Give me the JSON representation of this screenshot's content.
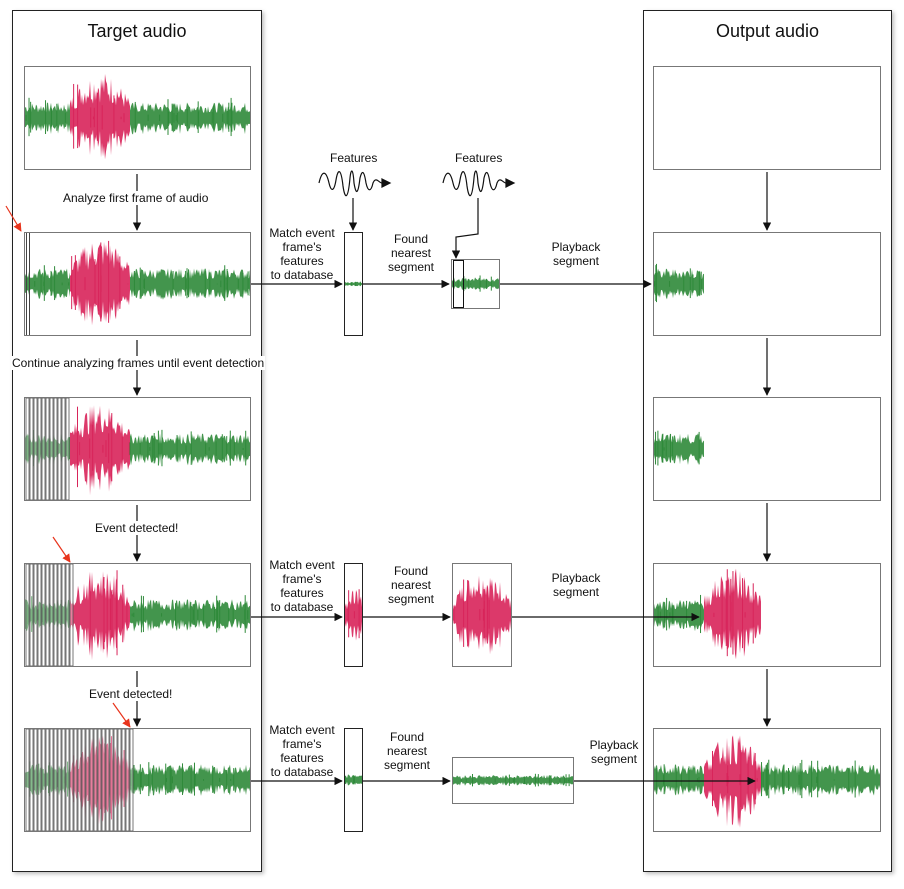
{
  "left_panel": {
    "title": "Target audio"
  },
  "right_panel": {
    "title": "Output audio"
  },
  "steps": {
    "analyze_first": "Analyze first frame of audio",
    "continue": "Continue analyzing frames until event detection",
    "event_detected_1": "Event detected!",
    "event_detected_2": "Event detected!"
  },
  "features": {
    "label_1": "Features",
    "label_2": "Features"
  },
  "row1": {
    "match": "Match event\nframe's\nfeatures\nto database",
    "found": "Found\nnearest\nsegment",
    "playback": "Playback\nsegment"
  },
  "row2": {
    "match": "Match event\nframe's\nfeatures\nto database",
    "found": "Found\nnearest\nsegment",
    "playback": "Playback\nsegment"
  },
  "row3": {
    "match": "Match event\nframe's\nfeatures\nto database",
    "found": "Found\nnearest\nsegment",
    "playback": "Playback\nsegment"
  },
  "colors": {
    "green": "#2f8a3a",
    "pink": "#d8245a",
    "arrow": "#111111",
    "event_arrow": "#e8341c"
  }
}
